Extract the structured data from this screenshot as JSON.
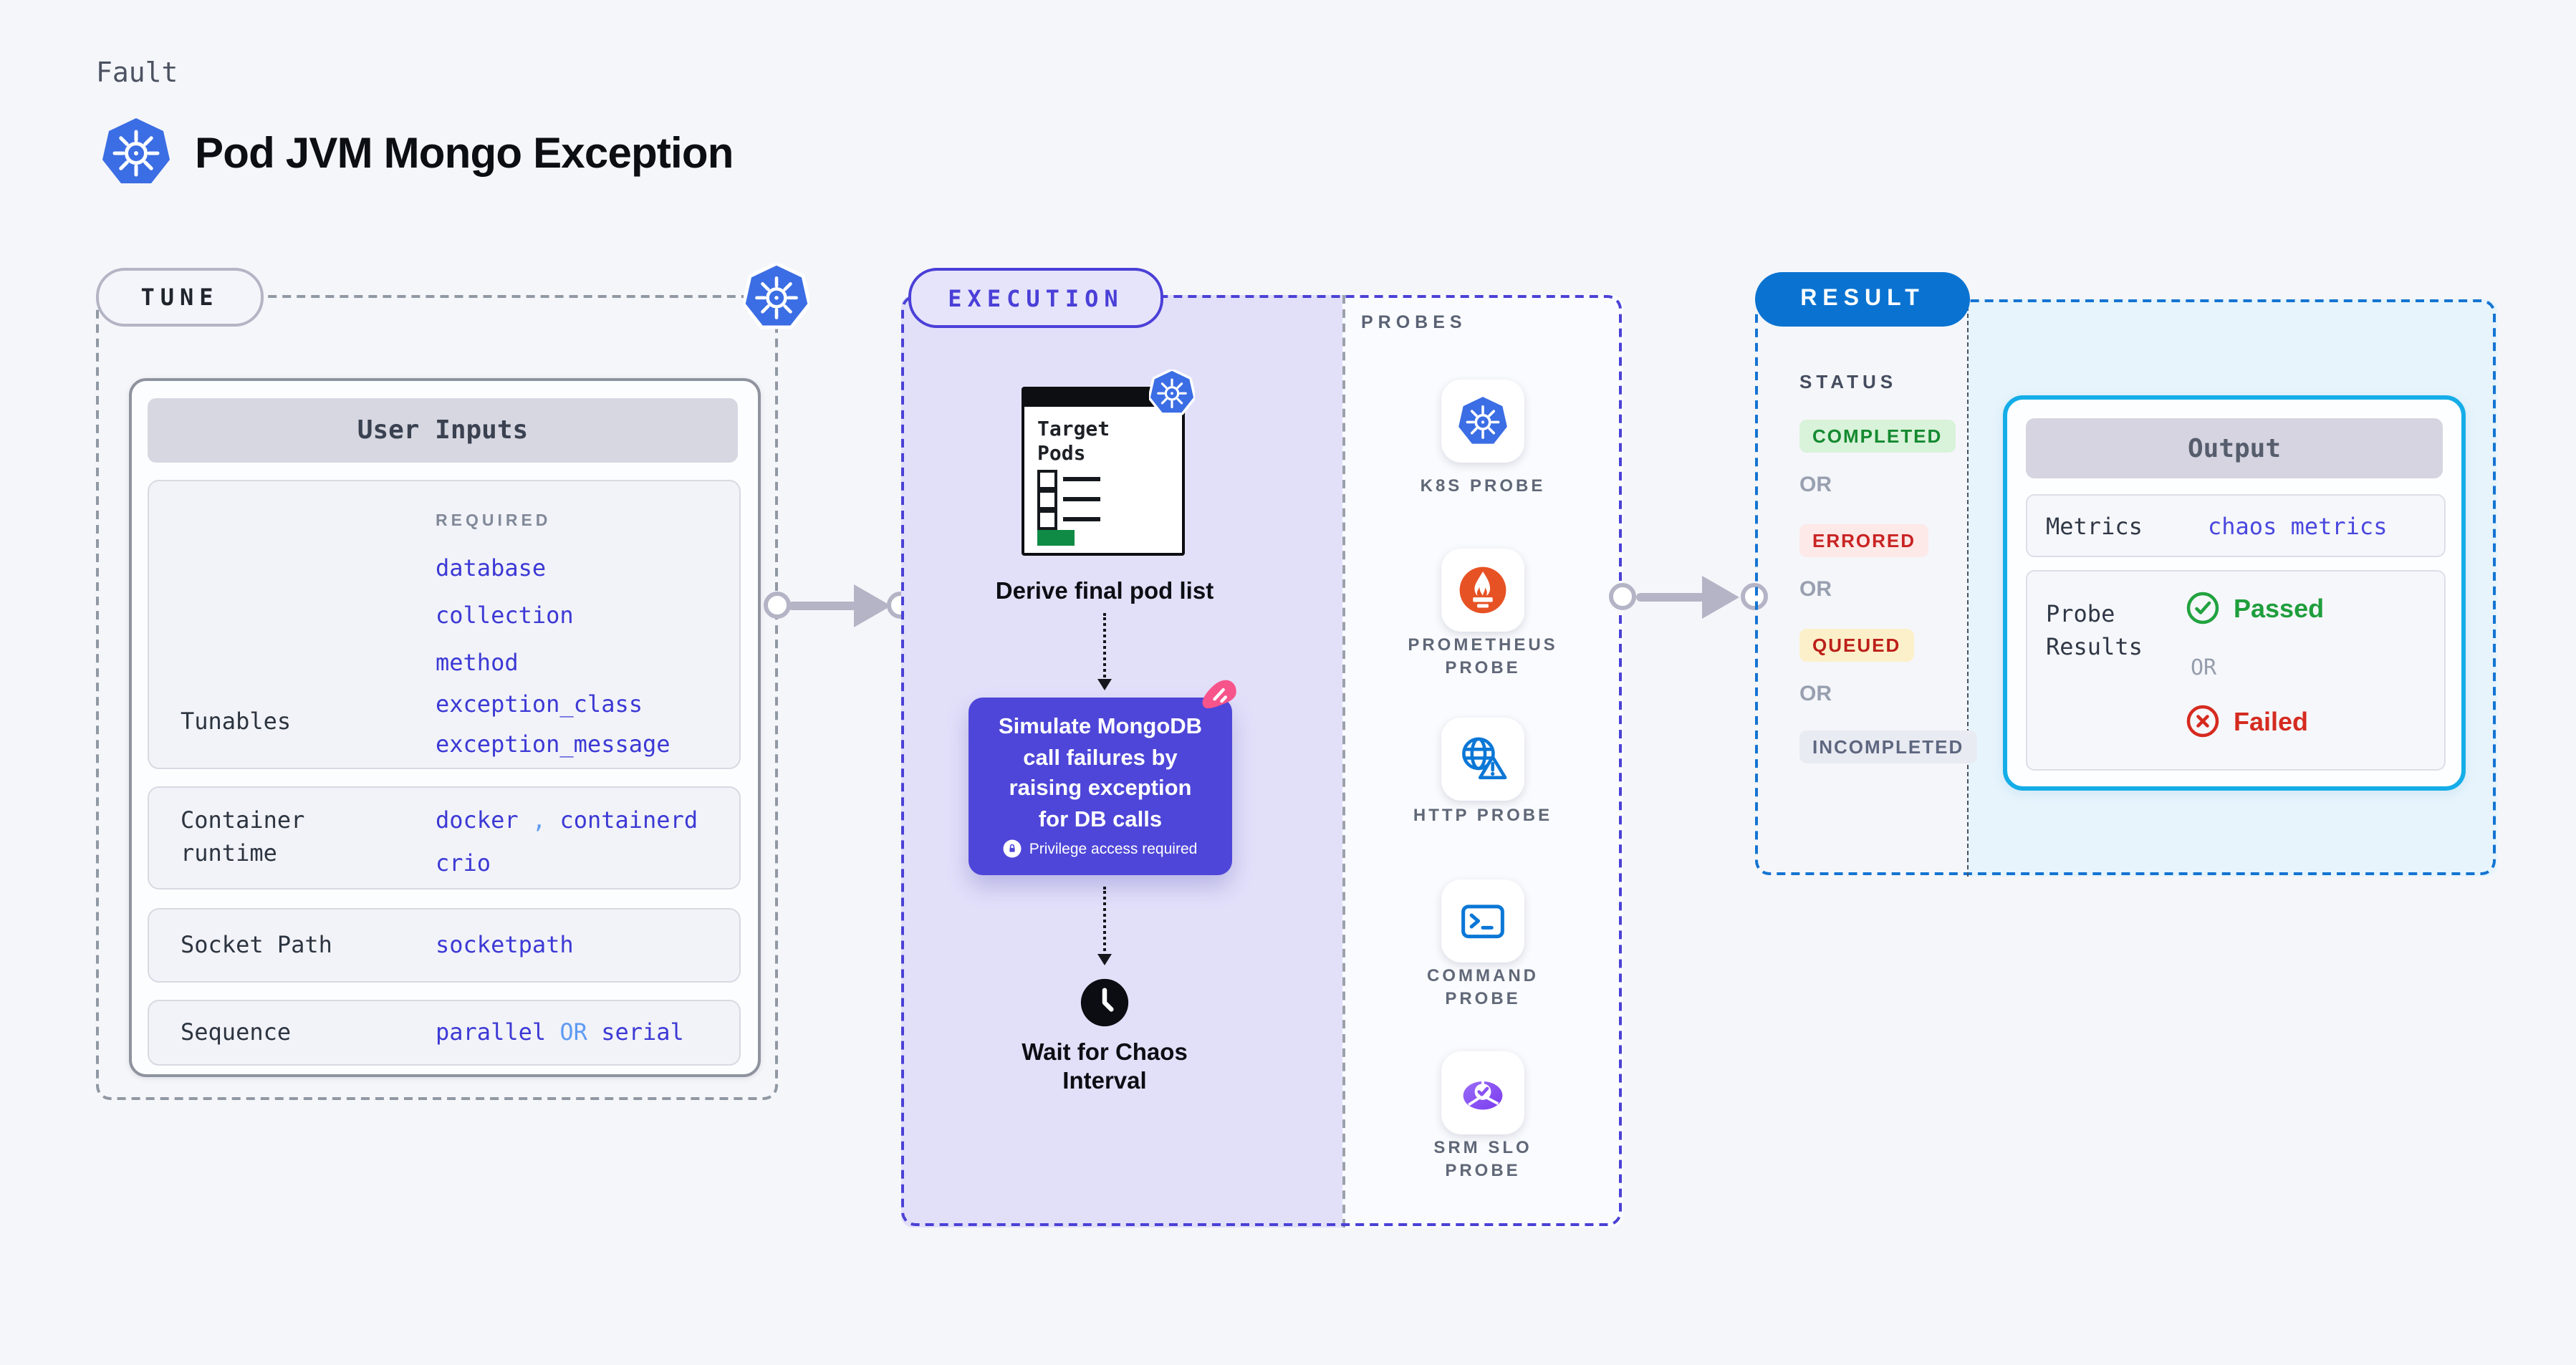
{
  "header": {
    "kicker": "Fault",
    "title": "Pod JVM Mongo Exception"
  },
  "tune": {
    "badge": "TUNE",
    "card_header": "User Inputs",
    "required_label": "REQUIRED",
    "tunables": {
      "label": "Tunables",
      "items": [
        "database",
        "collection",
        "method",
        "exception_class",
        "exception_message"
      ]
    },
    "container_runtime": {
      "label_line1": "Container",
      "label_line2": "runtime",
      "value1": "docker",
      "comma": ",",
      "value2": "containerd",
      "value3": "crio"
    },
    "socket_path": {
      "label": "Socket Path",
      "value": "socketpath"
    },
    "sequence": {
      "label": "Sequence",
      "value1": "parallel",
      "or": "OR",
      "value2": "serial"
    }
  },
  "execution": {
    "badge": "EXECUTION",
    "target_pods": {
      "line1": "Target",
      "line2": "Pods"
    },
    "derive_label": "Derive final pod list",
    "simulate": {
      "line1": "Simulate MongoDB",
      "line2": "call failures by",
      "line3": "raising exception",
      "line4": "for DB calls",
      "privilege": "Privilege access required"
    },
    "wait": {
      "line1": "Wait for Chaos",
      "line2": "Interval"
    }
  },
  "probes": {
    "header": "PROBES",
    "items": [
      {
        "icon": "k8s-icon",
        "line1": "K8S PROBE",
        "line2": ""
      },
      {
        "icon": "prometheus-icon",
        "line1": "PROMETHEUS",
        "line2": "PROBE"
      },
      {
        "icon": "http-icon",
        "line1": "HTTP PROBE",
        "line2": ""
      },
      {
        "icon": "command-icon",
        "line1": "COMMAND",
        "line2": "PROBE"
      },
      {
        "icon": "srm-slo-icon",
        "line1": "SRM SLO",
        "line2": "PROBE"
      }
    ]
  },
  "result": {
    "badge": "RESULT",
    "status_label": "STATUS",
    "or_label": "OR",
    "statuses": [
      {
        "label": "COMPLETED",
        "text_color": "#148a30",
        "bg_color": "#d9f2da"
      },
      {
        "label": "ERRORED",
        "text_color": "#c92323",
        "bg_color": "#fce9e8"
      },
      {
        "label": "QUEUED",
        "text_color": "#bc2019",
        "bg_color": "#fcf0ca"
      },
      {
        "label": "INCOMPLETED",
        "text_color": "#5e6780",
        "bg_color": "#e9ebf2"
      }
    ],
    "output": {
      "header": "Output",
      "metrics_label": "Metrics",
      "metrics_value": "chaos metrics",
      "probe_results_line1": "Probe",
      "probe_results_line2": "Results",
      "passed_label": "Passed",
      "or_label": "OR",
      "failed_label": "Failed"
    }
  },
  "colors": {
    "accent_indigo": "#4a41d6",
    "accent_blue": "#0a73d1",
    "accent_cyan": "#14ade7",
    "value_blue": "#3c39d5",
    "light_blue": "#5e9bf2",
    "purple_box": "#4e46d8",
    "pink": "#f7548c",
    "green": "#1f9e3c",
    "red": "#d52b20",
    "k8s_blue": "#3b6de4",
    "prometheus_orange": "#e75225",
    "lavender": "#e2e0f9"
  }
}
